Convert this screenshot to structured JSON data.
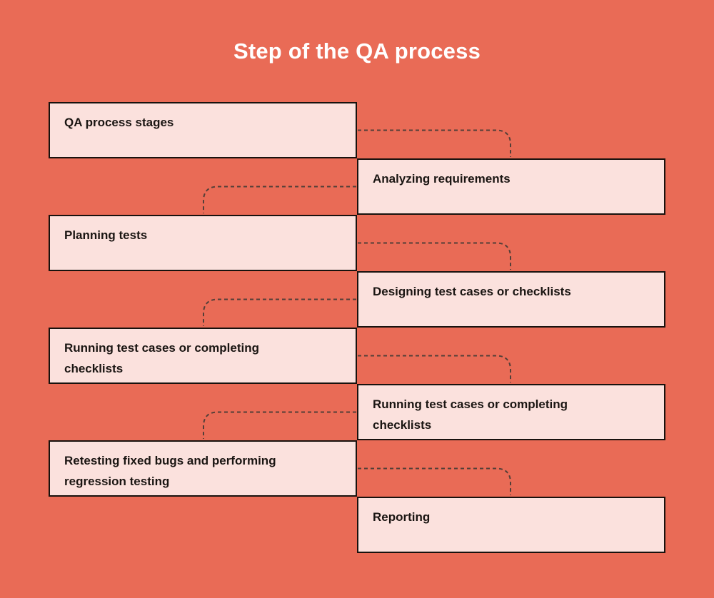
{
  "title": "Step of the QA process",
  "colors": {
    "background": "#E96B56",
    "box_fill": "#FBE1DD",
    "box_border": "#18120E",
    "box_text": "#1A1512",
    "connector": "#533F38",
    "title_text": "#FFFFFF"
  },
  "connector_style": "dashed, rounded elbow",
  "boxes": [
    {
      "label": "QA process stages",
      "side": "left"
    },
    {
      "label": "Analyzing requirements",
      "side": "right"
    },
    {
      "label": "Planning tests",
      "side": "left"
    },
    {
      "label": "Designing test cases or checklists",
      "side": "right"
    },
    {
      "label": "Running test cases or completing checklists",
      "side": "left"
    },
    {
      "label": "Running test cases or completing checklists",
      "side": "right"
    },
    {
      "label": "Retesting fixed bugs and performing regression testing",
      "side": "left"
    },
    {
      "label": "Reporting",
      "side": "right"
    }
  ]
}
